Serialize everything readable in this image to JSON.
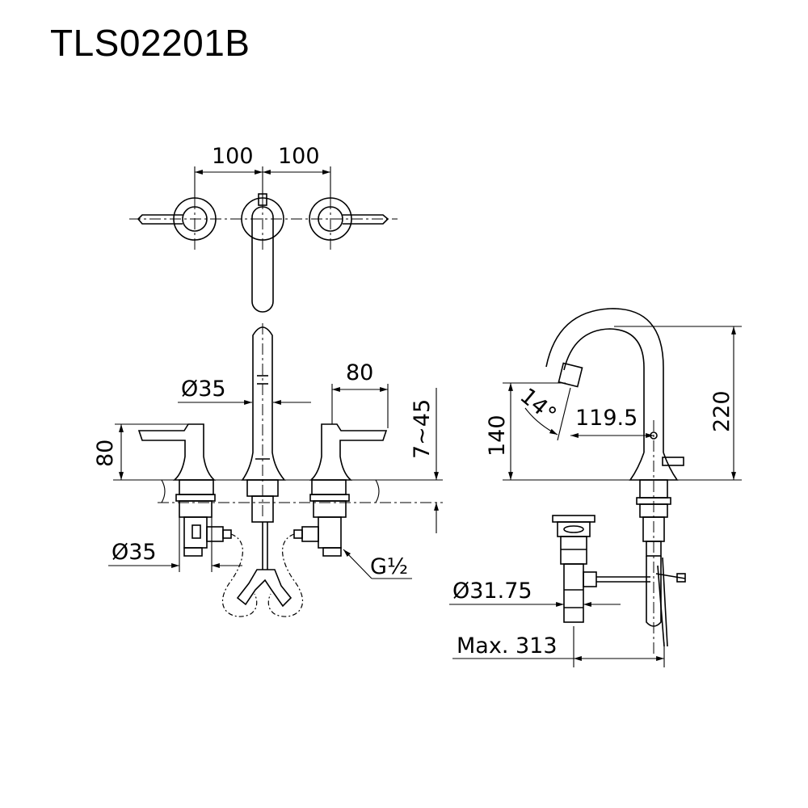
{
  "title": "TLS02201B",
  "dimensions": {
    "top_left_spacing": "100",
    "top_right_spacing": "100",
    "spout_diameter": "Ø35",
    "handle_reach": "80",
    "handle_height": "80",
    "deck_thickness": "7~45",
    "valve_diameter": "Ø35",
    "thread": "G½",
    "spout_angle": "14°",
    "spout_reach": "119.5",
    "spout_outlet_height": "140",
    "overall_height": "220",
    "drain_diameter": "Ø31.75",
    "max_depth": "Max. 313"
  }
}
